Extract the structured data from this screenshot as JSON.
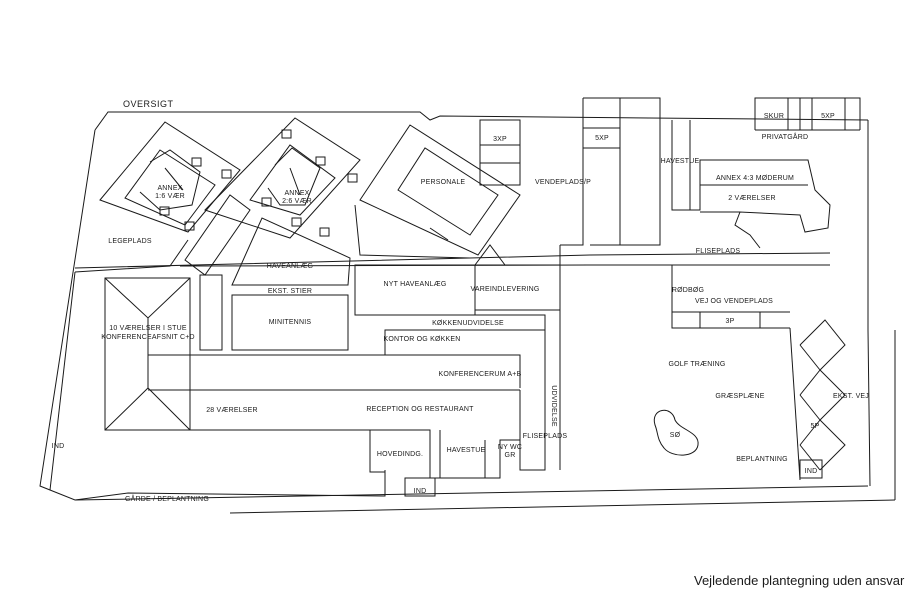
{
  "title": "OVERSIGT",
  "caption": "Vejledende plantegning uden ansvar",
  "labels": {
    "annex1_a": "ANNEX",
    "annex1_b": "1:6 VÆR",
    "annex2_a": "ANNEX",
    "annex2_b": "2:6 VÆR",
    "personale": "PERSONALE",
    "xp3": "3XP",
    "xp5": "5XP",
    "vendeplads": "VENDEPLADS/P",
    "havestue_top": "HAVESTUE",
    "annex4": "ANNEX 4:3 MØDERUM",
    "vaerelser2": "2 VÆRELSER",
    "skur": "SKUR",
    "xp5_top": "5XP",
    "privatgard": "PRIVATGÅRD",
    "legeplads": "LEGEPLADS",
    "haveanlaeg": "HAVEANLÆG",
    "ekst_stier": "EKST. STIER",
    "minitennis": "MINITENNIS",
    "nyt_haveanlaeg": "NYT HAVEANLÆG",
    "vareindlevering": "VAREINDLEVERING",
    "fliseplads_top": "FLISEPLADS",
    "rodbog": "RØDBØG",
    "vej_vendeplads": "VEJ OG VENDEPLADS",
    "p3": "3P",
    "koekkenudvidelse": "KØKKENUDVIDELSE",
    "kontor": "KONTOR  OG KØKKEN",
    "konferencerum": "KONFERENCERUM A+B",
    "vaerelser10_a": "10 VÆRELSER I STUE",
    "vaerelser10_b": "KONFERENCEAFSNIT C+D",
    "vaerelser28": "28 VÆRELSER",
    "reception": "RECEPTION OG RESTAURANT",
    "udvidelse": "UDVIDELSE",
    "fliseplads_low": "FLISEPLADS",
    "havestue_low": "HAVESTUE",
    "nywc_a": "NY WC",
    "nywc_b": "GR",
    "hovedindg": "HOVEDINDG.",
    "ind_bottom": "IND",
    "ind_left": "IND",
    "ind_right": "IND",
    "garde": "GÅRDE / BEPLANTNING",
    "golf": "GOLF TRÆNING",
    "graesplaene": "GRÆSPLÆNE",
    "so": "SØ",
    "beplantning": "BEPLANTNING",
    "ekst_vej": "EKST. VEJ",
    "p5": "5P"
  }
}
